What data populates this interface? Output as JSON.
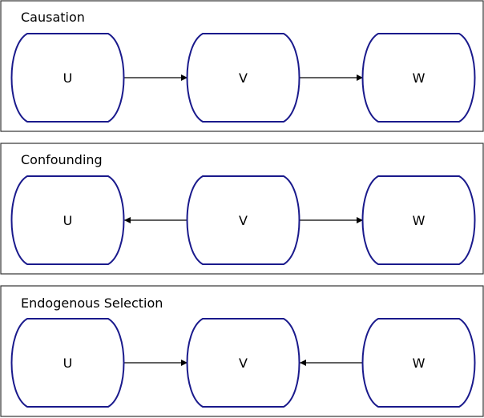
{
  "panels": [
    {
      "title": "Causation",
      "nodes": [
        "U",
        "V",
        "W"
      ],
      "edges": [
        {
          "from": "U",
          "to": "V"
        },
        {
          "from": "V",
          "to": "W"
        }
      ]
    },
    {
      "title": "Confounding",
      "nodes": [
        "U",
        "V",
        "W"
      ],
      "edges": [
        {
          "from": "V",
          "to": "U"
        },
        {
          "from": "V",
          "to": "W"
        }
      ]
    },
    {
      "title": "Endogenous Selection",
      "nodes": [
        "U",
        "V",
        "W"
      ],
      "edges": [
        {
          "from": "U",
          "to": "V"
        },
        {
          "from": "W",
          "to": "V"
        }
      ]
    }
  ],
  "colors": {
    "node_stroke": "#1a1a8c",
    "panel_stroke": "#333333",
    "edge": "#000000",
    "background": "#ffffff"
  }
}
